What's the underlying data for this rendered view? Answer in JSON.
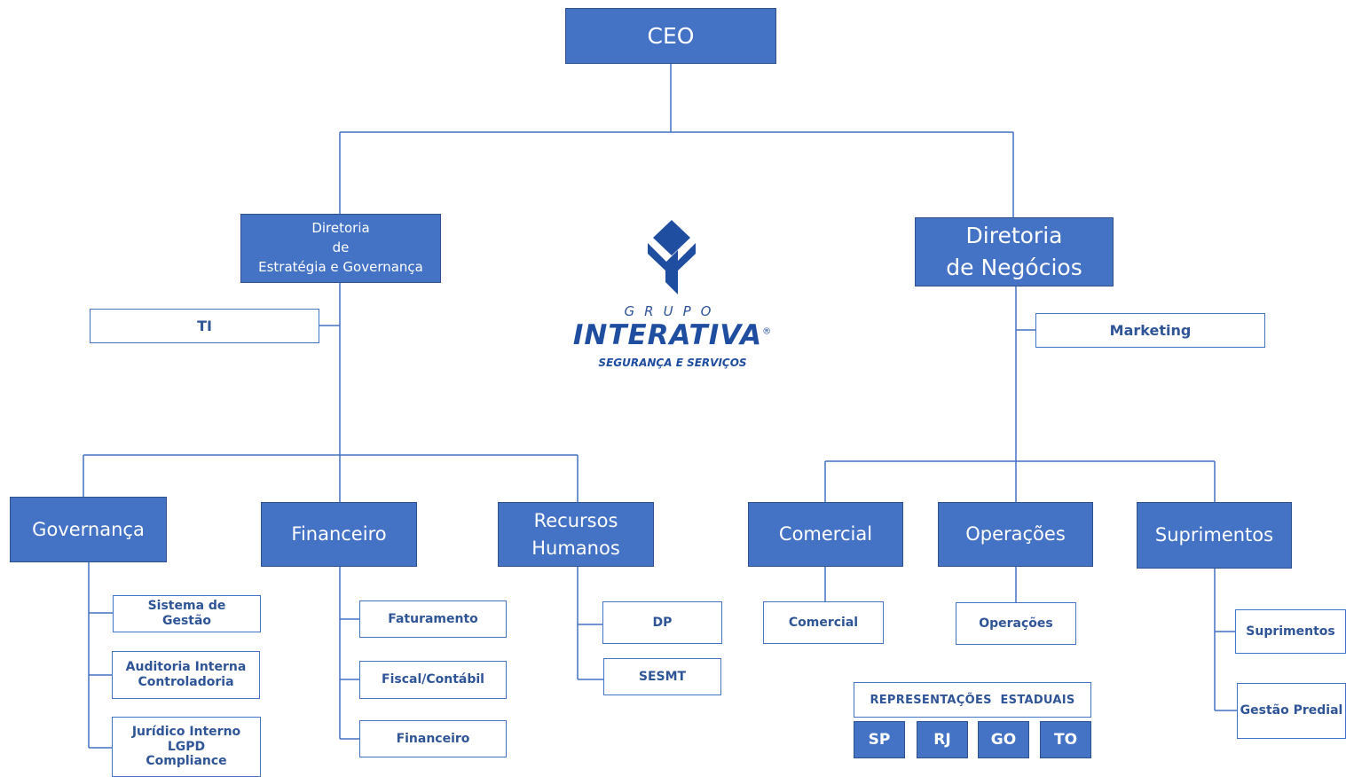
{
  "ceo": "CEO",
  "dir_estrategia": [
    "Diretoria",
    "de",
    "Estratégia e Governança"
  ],
  "dir_negocios": [
    "Diretoria",
    "de Negócios"
  ],
  "ti": "TI",
  "marketing": "Marketing",
  "governanca": {
    "title": "Governança",
    "items": [
      [
        "Sistema de",
        "Gestão"
      ],
      [
        "Auditoria Interna",
        "Controladoria"
      ],
      [
        "Jurídico Interno",
        "LGPD",
        "Compliance"
      ]
    ]
  },
  "financeiro": {
    "title": "Financeiro",
    "items": [
      "Faturamento",
      "Fiscal/Contábil",
      "Financeiro"
    ]
  },
  "rh": {
    "title": [
      "Recursos",
      "Humanos"
    ],
    "items": [
      "DP",
      "SESMT"
    ]
  },
  "comercial": {
    "title": "Comercial",
    "items": [
      "Comercial"
    ]
  },
  "operacoes": {
    "title": "Operações",
    "items": [
      "Operações"
    ]
  },
  "suprimentos": {
    "title": "Suprimentos",
    "items": [
      "Suprimentos",
      "Gestão Predial"
    ]
  },
  "representacoes": {
    "title": "REPRESENTAÇÕES  ESTADUAIS",
    "states": [
      "SP",
      "RJ",
      "GO",
      "TO"
    ]
  },
  "logo": {
    "grupo": "GRUPO",
    "brand": "INTERATIVA",
    "registered": "®",
    "tagline": "SEGURANÇA E SERVIÇOS"
  },
  "colors": {
    "box_fill": "#4472c4",
    "line": "#4472c4",
    "text_blue": "#2f5597"
  }
}
